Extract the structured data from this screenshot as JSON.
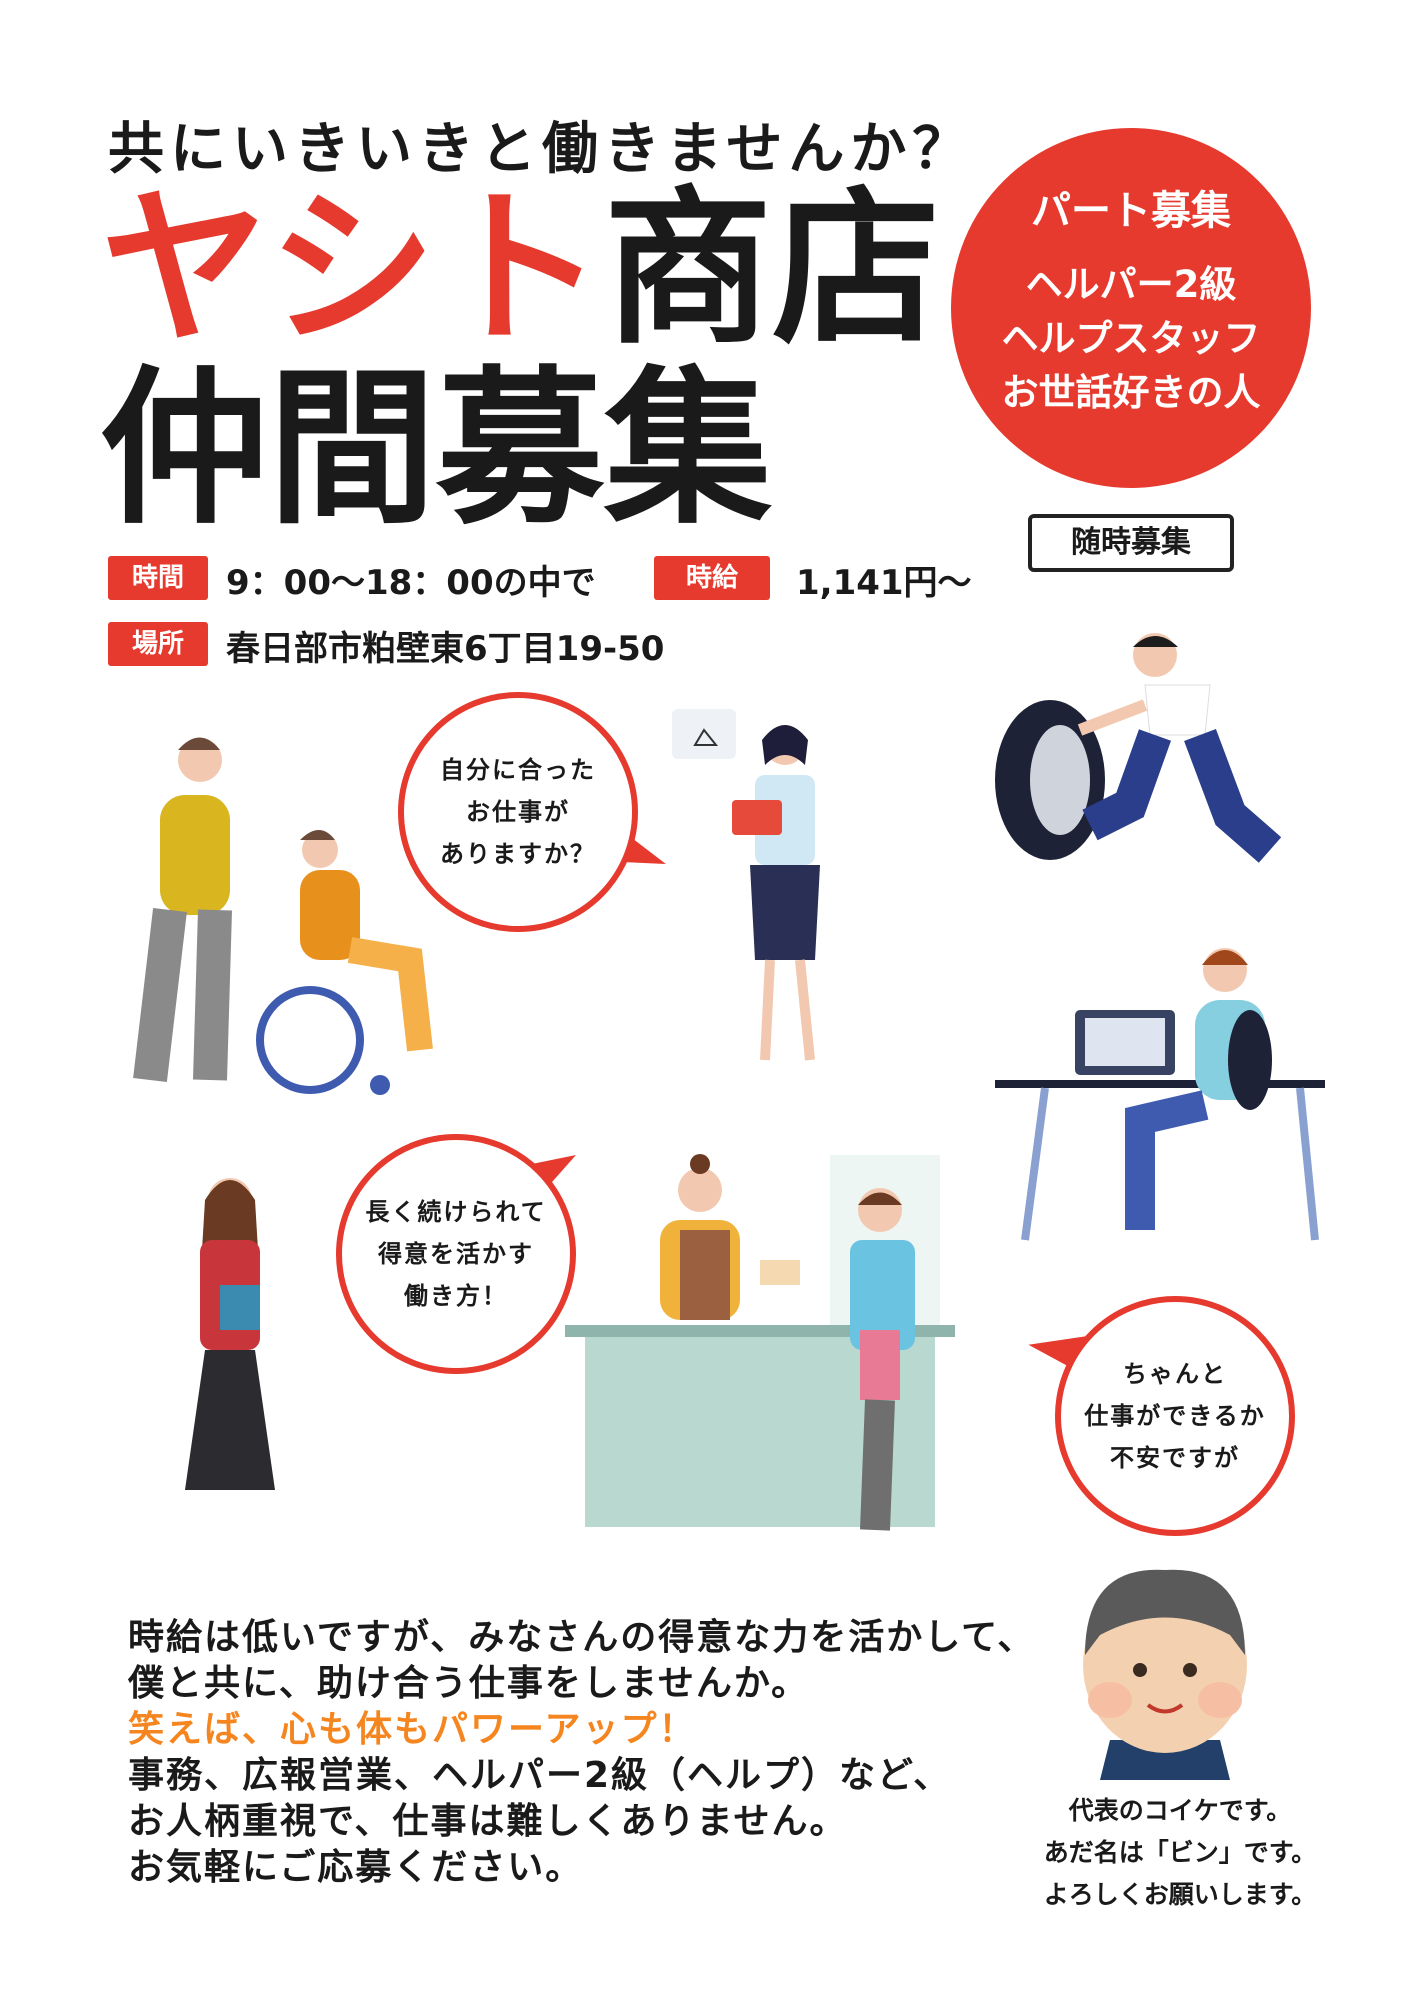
{
  "tagline": "共にいきいきと働きませんか？",
  "title": {
    "company_red": "ヤシト",
    "company_black": "商店",
    "line2": "仲間募集"
  },
  "recruit_circle": {
    "heading": "パート募集",
    "lines": [
      "ヘルパー2級",
      "ヘルプスタッフ",
      "お世話好きの人"
    ]
  },
  "anytime_label": "随時募集",
  "info": {
    "hours_label": "時間",
    "hours_value": "9：00〜18：00の中で",
    "wage_label": "時給",
    "wage_value": "1,141円〜",
    "place_label": "場所",
    "place_value": "春日部市粕壁東6丁目19-50"
  },
  "bubbles": [
    {
      "lines": [
        "自分に合った",
        "お仕事が",
        "ありますか？"
      ]
    },
    {
      "lines": [
        "長く続けられて",
        "得意を活かす",
        "働き方！"
      ]
    },
    {
      "lines": [
        "ちゃんと",
        "仕事ができるか",
        "不安ですが"
      ]
    }
  ],
  "body": {
    "lines": [
      "時給は低いですが、みなさんの得意な力を活かして、",
      "僕と共に、助け合う仕事をしませんか。"
    ],
    "highlight": "笑えば、心も体もパワーアップ！",
    "lines2": [
      "事務、広報営業、ヘルパー2級（ヘルプ）など、",
      "お人柄重視で、仕事は難しくありません。",
      "お気軽にご応募ください。"
    ]
  },
  "caption": [
    "代表のコイケです。",
    "あだ名は「ビン」です。",
    "よろしくお願いします。"
  ],
  "colors": {
    "red": "#e63a2e",
    "orange": "#f5851f",
    "text": "#1a1a1a"
  }
}
